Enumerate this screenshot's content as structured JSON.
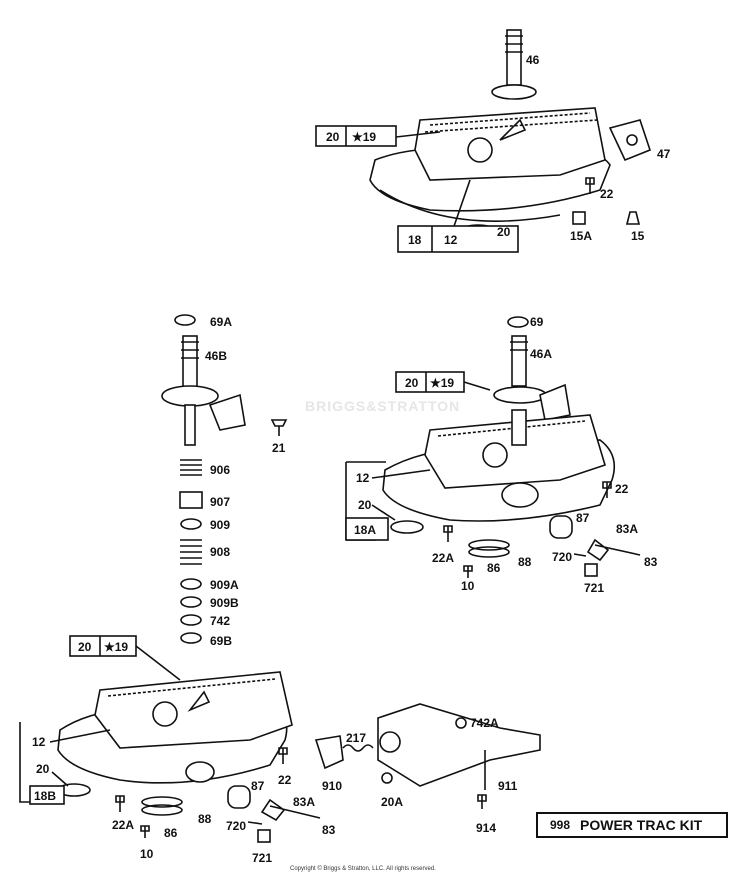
{
  "diagram": {
    "watermark": "BRIGGS&STRATTON",
    "copyright": "Copyright © Briggs & Stratton, LLC. All rights reserved.",
    "kit": {
      "number": "998",
      "title": "POWER TRAC KIT"
    },
    "top_assembly": {
      "labels": [
        "46",
        "47",
        "22",
        "15A",
        "15",
        "12",
        "20"
      ],
      "boxes": [
        {
          "num": "20",
          "star": "★19"
        },
        {
          "num": "18",
          "extra": ""
        }
      ]
    },
    "middle_left": {
      "labels": [
        "69A",
        "46B",
        "21",
        "906",
        "907",
        "909",
        "908",
        "909A",
        "909B",
        "742",
        "69B"
      ]
    },
    "middle_right": {
      "labels": [
        "69",
        "46A",
        "12",
        "20",
        "22",
        "87",
        "83A",
        "22A",
        "720",
        "83",
        "10",
        "86",
        "88",
        "721"
      ],
      "boxes": [
        {
          "num": "20",
          "star": "★19"
        },
        {
          "num": "18A"
        }
      ]
    },
    "bottom": {
      "labels": [
        "12",
        "20",
        "22A",
        "86",
        "88",
        "10",
        "22",
        "87",
        "83A",
        "720",
        "83",
        "721",
        "217",
        "910",
        "20A",
        "742A",
        "911",
        "914"
      ],
      "boxes": [
        {
          "num": "20",
          "star": "★19"
        },
        {
          "num": "18B"
        }
      ]
    }
  }
}
